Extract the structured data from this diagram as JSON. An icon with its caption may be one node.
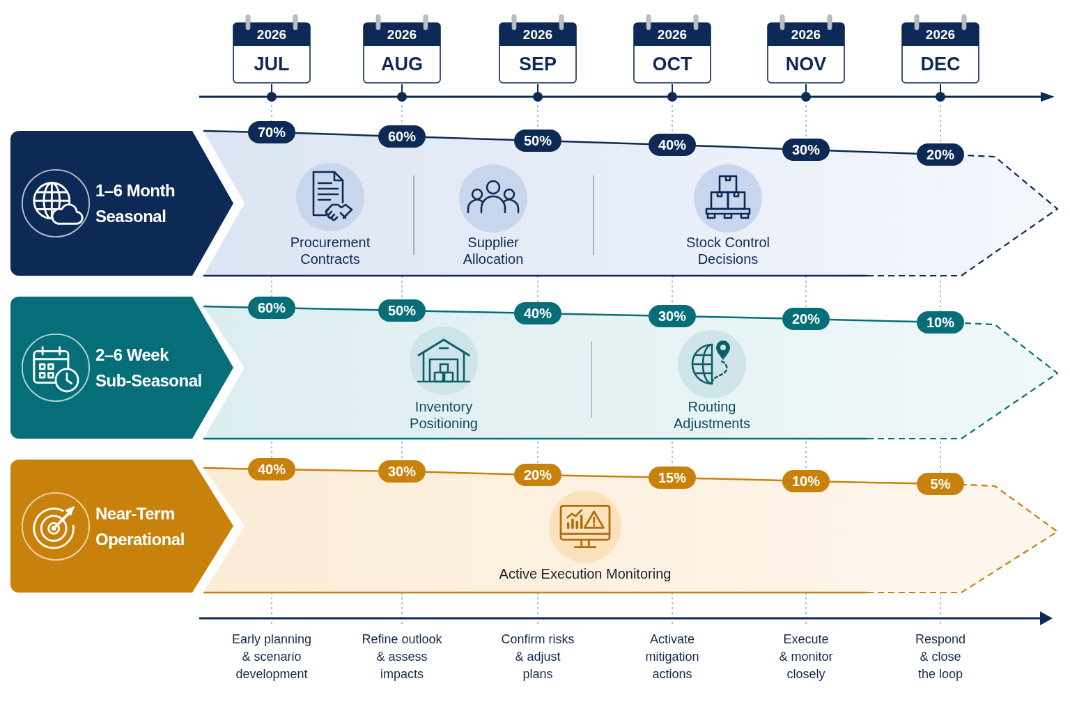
{
  "diagram": {
    "nodes": [
      {
        "text": [
          "2026",
          "JUL"
        ]
      },
      {
        "text": [
          "2026",
          "AUG"
        ]
      },
      {
        "text": [
          "2026",
          "SEP"
        ]
      },
      {
        "text": [
          "2026",
          "OCT"
        ]
      },
      {
        "text": [
          "2026",
          "NOV"
        ]
      },
      {
        "text": [
          "2026",
          "DEC"
        ]
      },
      {
        "text": [],
        "shape": "arrow"
      },
      {
        "text": [
          "1–6 Month Seasonal"
        ]
      },
      {
        "text": [
          "Procurement Contracts",
          "Supplier Allocation",
          "Stock Control Decisions"
        ]
      },
      {
        "text": [
          "70%"
        ],
        "in": 8
      },
      {
        "text": [
          "60%"
        ],
        "in": 8
      },
      {
        "text": [
          "50%"
        ],
        "in": 8
      },
      {
        "text": [
          "40%"
        ],
        "in": 8
      },
      {
        "text": [
          "30%"
        ],
        "in": 8
      },
      {
        "text": [
          "20%"
        ],
        "in": 8
      },
      {
        "text": [
          "2–6 Week Sub-Seasonal"
        ]
      },
      {
        "text": [
          "Inventory Positioning",
          "Routing Adjustments"
        ]
      },
      {
        "text": [
          "60%"
        ],
        "in": 16
      },
      {
        "text": [
          "50%"
        ],
        "in": 16
      },
      {
        "text": [
          "40%"
        ],
        "in": 16
      },
      {
        "text": [
          "30%"
        ],
        "in": 16
      },
      {
        "text": [
          "20%"
        ],
        "in": 16
      },
      {
        "text": [
          "10%"
        ],
        "in": 16
      },
      {
        "text": [
          "Near-Term Operational"
        ]
      },
      {
        "text": [
          "Active Execution Monitoring"
        ]
      },
      {
        "text": [
          "40%"
        ],
        "in": 24
      },
      {
        "text": [
          "30%"
        ],
        "in": 24
      },
      {
        "text": [
          "20%"
        ],
        "in": 24
      },
      {
        "text": [
          "15%"
        ],
        "in": 24
      },
      {
        "text": [
          "10%"
        ],
        "in": 24
      },
      {
        "text": [
          "5%"
        ],
        "in": 24
      }
    ],
    "edges": [
      {
        "from": 0,
        "to": 6,
        "arrow": "none"
      },
      {
        "from": 1,
        "to": 6,
        "arrow": "none"
      },
      {
        "from": 2,
        "to": 6,
        "arrow": "none"
      },
      {
        "from": 3,
        "to": 6,
        "arrow": "none"
      },
      {
        "from": 4,
        "to": 6,
        "arrow": "none"
      },
      {
        "from": 5,
        "to": 6,
        "arrow": "none"
      },
      {
        "from": 9,
        "to": 10,
        "arrow": "none"
      },
      {
        "from": 10,
        "to": 11,
        "arrow": "none"
      },
      {
        "from": 11,
        "to": 12,
        "arrow": "none"
      },
      {
        "from": 12,
        "to": 13,
        "arrow": "none"
      },
      {
        "from": 13,
        "to": 14,
        "arrow": "none"
      },
      {
        "from": 17,
        "to": 18,
        "arrow": "none",
        "color": "#066e78"
      },
      {
        "from": 18,
        "to": 19,
        "arrow": "none",
        "color": "#066e78"
      },
      {
        "from": 19,
        "to": 20,
        "arrow": "none",
        "color": "#066e78"
      },
      {
        "from": 20,
        "to": 21,
        "arrow": "none",
        "color": "#066e78"
      },
      {
        "from": 21,
        "to": 22,
        "arrow": "none",
        "color": "#066e78"
      },
      {
        "from": 25,
        "to": 26,
        "arrow": "none",
        "color": "#c8810a"
      },
      {
        "from": 26,
        "to": 27,
        "arrow": "none",
        "color": "#c8810a"
      },
      {
        "from": 27,
        "to": 28,
        "arrow": "none",
        "color": "#c8810a"
      },
      {
        "from": 28,
        "to": 29,
        "arrow": "none",
        "color": "#c8810a"
      },
      {
        "from": 29,
        "to": 30,
        "arrow": "none",
        "color": "#c8810a"
      }
    ],
    "labels": [
      "Early planning & scenario development",
      "Refine outlook & assess impacts",
      "Confirm risks & adjust plans",
      "Activate mitigation actions",
      "Execute & monitor closely",
      "Respond & close the loop"
    ]
  }
}
